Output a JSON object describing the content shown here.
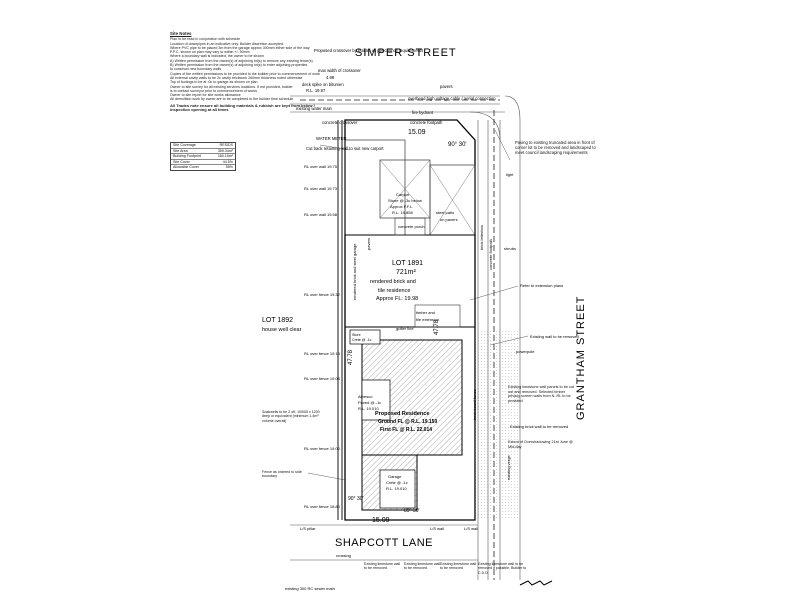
{
  "site_notes": {
    "title": "Site Notes",
    "lines": [
      "Plan to be read in conjunction with schedule",
      "Location of downpipes in an indicative only. Builder discretion accepted.",
      "Where PVC pipe to be placed 3m from the garage approx 300mm either side of the way",
      "P.P.C. shown on plan may vary to within +/- 50mm",
      "Where a boundary wall is indicated, the owner to be shown",
      "A) Written permission from the owner(s) of adjoining lot(s) to remove any existing fence(s)",
      "B) Written permission from the owner(s) of adjoining lot(s) to enter adjoining properties",
      "to construct new boundary walls",
      "Copies of the written permissions to be provided to the builder prior to commencement of works",
      "All external cavity walls to be 2c cavity brickwork 260mm thickness noted otherwise",
      "Top of footings to be at -0c to garage as shown on plan",
      "Owner to site survey for all existing services locations. If not provided, builder",
      "is to contact surveyor prior to commencement of works",
      "Owner to site report for site works allowance",
      "All demolition work by owner are to be completed to the builder time schedule"
    ],
    "bold_note": "All Trades note ensure all building materials & rubbish are kept from below / inspection opening at all times"
  },
  "site_coverage": [
    {
      "label": "Site Coverage",
      "value": "RESIDS"
    },
    {
      "label": "Site Area",
      "value": "359.34m²"
    },
    {
      "label": "Building Footprint",
      "value": "160.15m²"
    },
    {
      "label": "Site Cover",
      "value": "44.5%"
    },
    {
      "label": "Allowable Cover",
      "value": "55%"
    }
  ],
  "streets": {
    "north": "SIMPER STREET",
    "east": "GRANTHAM STREET",
    "south": "SHAPCOTT LANE"
  },
  "lots": {
    "main": "LOT 1891",
    "main_area": "721m²",
    "main_desc_1": "rendered brick and",
    "main_desc_2": "tile residence",
    "main_fl": "Approx FL: 19.98",
    "west": "LOT 1892",
    "west_note": "house well clear"
  },
  "proposed": {
    "title": "Proposed Residence",
    "ground": "Ground FL @ R.L. 19.150",
    "first": "First FL @ R.L. 22.014",
    "alfresco": "Alfresco",
    "alfresco_2": "Paved @ -1c",
    "alfresco_rl": "R.L. 19.010",
    "garage": "Garage",
    "garage_2": "Crete @ -1c",
    "garage_rl": "R.L. 19.010",
    "store": "Store",
    "store_2": "Crete @ -1c"
  },
  "labels": {
    "proposed_crossover": "Proposed crossover by builder as per council requirements",
    "max_width_crossover": "max width of crossover",
    "max_width_value": "4.98",
    "deck_spike": "deck spike on bitumen",
    "deck_rl": "R.L. 19.97",
    "pavers_n": "pavers",
    "overhead": "overhead high voltage cable / aerial connection",
    "existing_water_main": "existing water main",
    "fire_hydrant": "fire hydrant",
    "concrete_crossover": "concrete crossover",
    "concrete_footpath": "concrete footpath",
    "water_meter": "WATER METER",
    "cut_back_wall": "Cut back retaining wall to suit new carport",
    "carport": "Carport",
    "carport_2": "Stone @ -3c below",
    "carport_3": "Approx F.F.L.",
    "carport_rl": "R.L. 19.858",
    "steel_patio": "steel patio",
    "on_pavers": "on pavers",
    "concrete_porch": "concrete porch",
    "rendered_brick": "rendered brick and steel garage",
    "pavers_w": "pavers",
    "timber_ext": "timber and",
    "tile_ext": "tile extension",
    "gutter_line": "gutter line",
    "dim_15_09_top": "15.09",
    "dim_15_09_bot": "15.09",
    "dim_47_78": "47.78",
    "dim_47_78b": "47.78",
    "angle_top": "90° 30'",
    "angle_mid": "89° 30'",
    "angle_bot": "90° 30'",
    "paving_note": "Paving to existing truncated area in front of corner lot to be removed and landscaped to meet council landscaping requirements",
    "refer_ext": "Refer to extension plans",
    "rl_over_wall_1": "RL over wall 19.75",
    "rl_over_wall_2": "RL over wall 19.73",
    "rl_over_wall_3": "RL over wall 19.58",
    "rl_over_fence_1": "RL over fence 19.32",
    "rl_over_fence_2": "RL over fence 19.13",
    "rl_over_fence_3": "RL over fence 19.03",
    "rl_over_fence_4": "RL over fence 19.00",
    "rl_over_fence_5": "RL over fence 18.80",
    "sewer_note": "Soakwells to be 2 off, 1000Ø x 1200 deep or equivalent (minimum 1.4m³ volume overall)",
    "fence_note": "Fence as ordered to side boundary",
    "existing_wall_removed": "Existing wall to be removed",
    "limestone_note": "Existing limestone wall panels to be cut out and removed. Selected timber privacy screen walls from N..RL to be provided",
    "brick_wall_removed": "Existing brick wall to be removed",
    "overshadowing": "Extent of Overshadowing 21st June @ Mid-day",
    "powerpole": "powerpole",
    "existing_verge": "existing verge",
    "shrubs": "shrubs",
    "light": "light",
    "brick_letterbox": "brick letterbox",
    "concrete_footpath_e": "concrete footpath",
    "brick_board": "brick board fence",
    "bottom_notes": [
      "Existing limestone wall to be removed",
      "Existing limestone wall to be removed",
      "Existing limestone wall to be removed",
      "Existing limestone wall to be removed if possible. Builder to C.D.D."
    ],
    "existing_sewer": "existing 300 RC sewer main",
    "crossing": "crossing",
    "l15_pillar": "L/S pillar",
    "l15_wall": "L/S wall",
    "l15_wall_e": "L/S wall"
  }
}
